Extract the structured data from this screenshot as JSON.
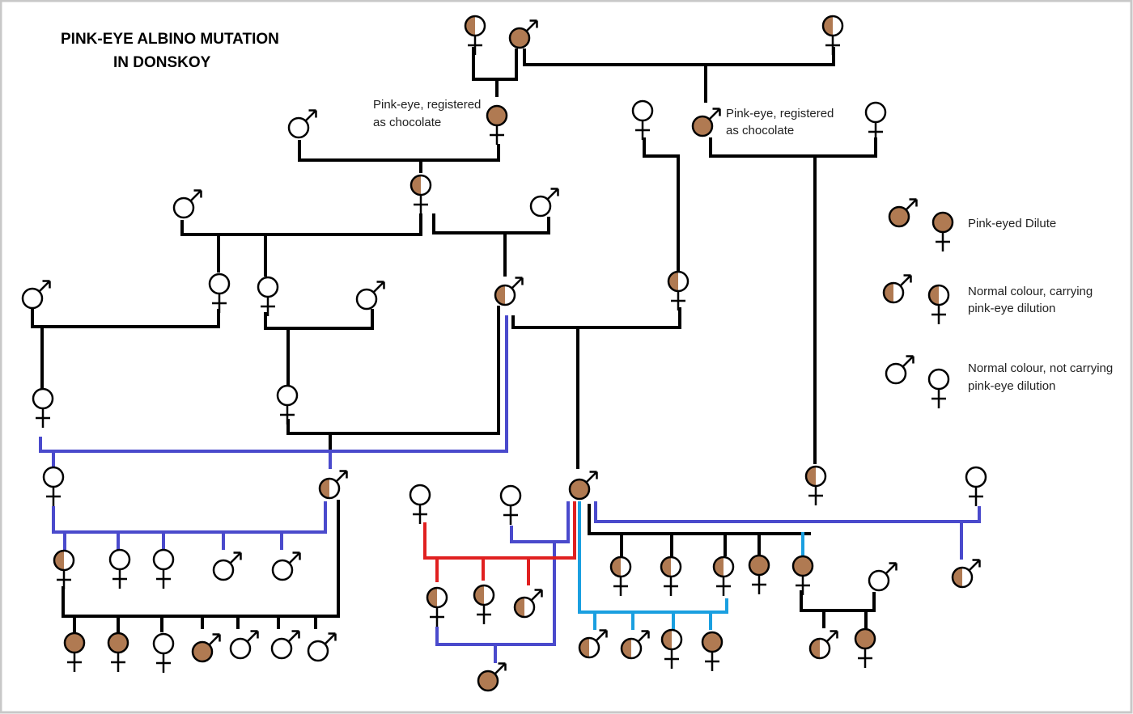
{
  "title": {
    "line1": "PINK-EYE ALBINO MUTATION",
    "line2": "IN  DONSKOY"
  },
  "annotations": {
    "left_line1": "Pink-eye, registered",
    "left_line2": "as chocolate",
    "right_line1": "Pink-eye, registered",
    "right_line2": "as chocolate"
  },
  "legend": {
    "pink_eyed_dilute": "Pink-eyed Dilute",
    "carrier_line1": "Normal colour, carrying",
    "carrier_line2": "pink-eye dilution",
    "normal_line1": "Normal colour, not carrying",
    "normal_line2": "pink-eye dilution"
  },
  "colors": {
    "affected_fill": "#b07a52",
    "outline": "#000000",
    "line_black": "#000000",
    "line_blue": "#4a4acc",
    "line_red": "#e02020",
    "line_cyan": "#1a9fe0",
    "border": "#c8c8c8"
  },
  "phenotypes": [
    "affected",
    "carrier",
    "normal"
  ],
  "sexes": [
    "male",
    "female"
  ]
}
